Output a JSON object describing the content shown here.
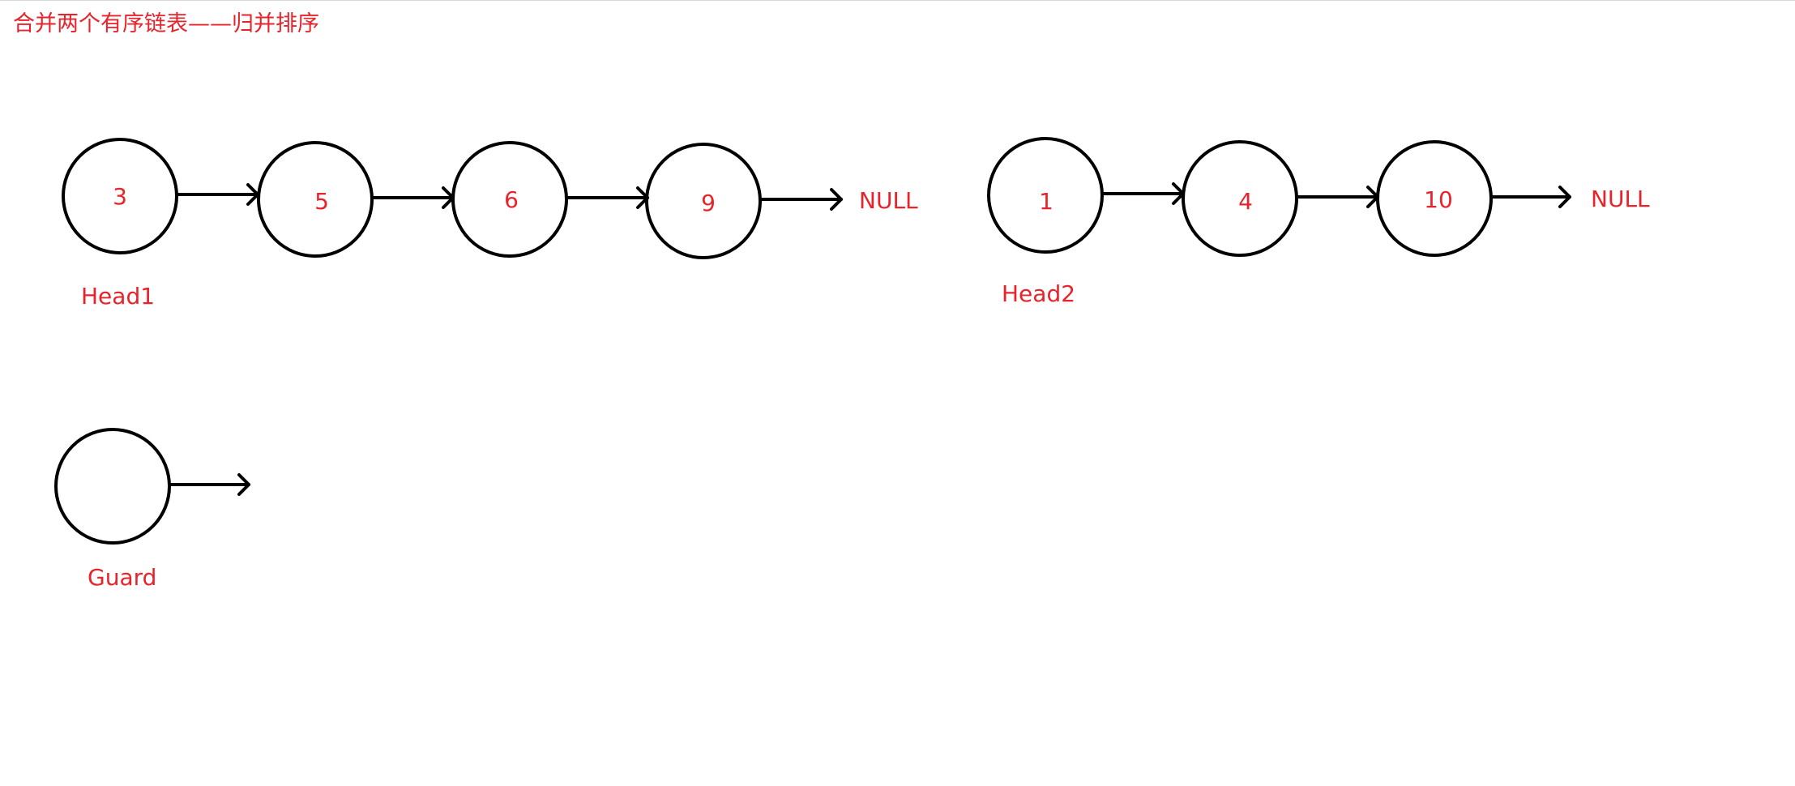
{
  "title": "合并两个有序链表——归并排序",
  "colors": {
    "text": "#e8232b",
    "stroke": "#000000",
    "background": "#ffffff"
  },
  "list1": {
    "label": "Head1",
    "nodes": [
      "3",
      "5",
      "6",
      "9"
    ],
    "terminator": "NULL"
  },
  "list2": {
    "label": "Head2",
    "nodes": [
      "1",
      "4",
      "10"
    ],
    "terminator": "NULL"
  },
  "guard": {
    "label": "Guard"
  }
}
